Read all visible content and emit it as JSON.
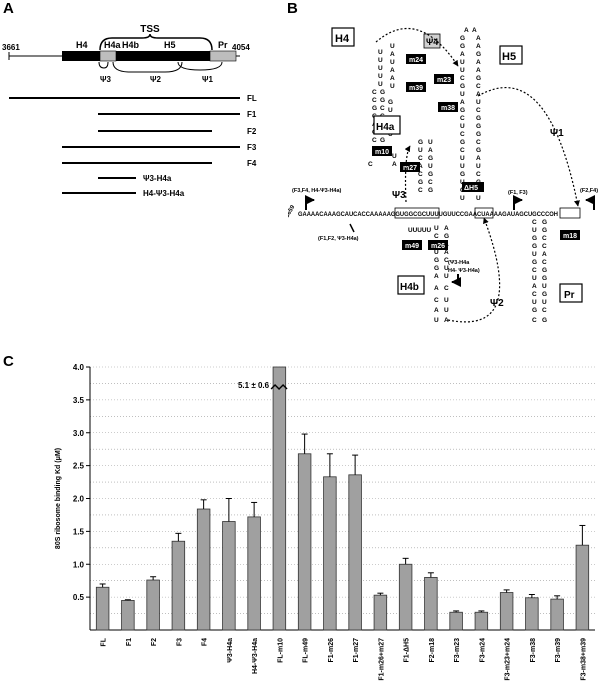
{
  "panels": {
    "a": {
      "label": "A",
      "tss_label": "TSS",
      "start": "3661",
      "end": "4054",
      "domains": [
        "H4",
        "H4a",
        "H4b",
        "H5",
        "Pr"
      ],
      "psi": [
        "Ψ3",
        "Ψ2",
        "Ψ1"
      ],
      "constructs": [
        "FL",
        "F1",
        "F2",
        "F3",
        "F4",
        "Ψ3-H4a",
        "H4-Ψ3-H4a"
      ]
    },
    "b": {
      "label": "B",
      "domains": [
        "H4",
        "Ψ4",
        "H5",
        "H4a",
        "H4b",
        "Pr"
      ],
      "psi": [
        "Ψ1",
        "Ψ2",
        "Ψ3"
      ],
      "mutations": [
        "m24",
        "m39",
        "m23",
        "m38",
        "m10",
        "m27",
        "m49",
        "m26",
        "ΔH5",
        "m18"
      ],
      "construct_marks": [
        "(F3,F4, H4-Ψ3-H4a)",
        "(F1,F2, Ψ3-H4a)",
        "(F1, F3)",
        "(F2,F4)",
        "(Ψ3-H4a",
        "H4- Ψ3-H4a)"
      ],
      "pos_start": "3659",
      "seq_main": "GAAAACAAAGCAUCACCAAAAAGGUGGCGCUUUUGUUCCGAACUAAAAGAUAGCUGCCCOH",
      "loop_h4b": "UUUUU"
    },
    "c": {
      "label": "C"
    }
  },
  "chart_data": {
    "type": "bar",
    "title": "",
    "xlabel": "",
    "ylabel": "80S ribosome binding Kd (μM)",
    "ylim": [
      0,
      4.0
    ],
    "yticks": [
      "0.5",
      "1.0",
      "1.5",
      "2.0",
      "2.5",
      "3.0",
      "3.5",
      "4.0"
    ],
    "grid": "horizontal dotted",
    "annotation": "5.1 ± 0.6",
    "categories": [
      "FL",
      "F1",
      "F2",
      "F3",
      "F4",
      "Ψ3-H4a",
      "H4-Ψ3-H4a",
      "FL-m10",
      "FL-m49",
      "F1-m26",
      "F1-m27",
      "F1-m26+m27",
      "F1-ΔH5",
      "F2-m18",
      "F3-m23",
      "F3-m24",
      "F3-m23+m24",
      "F3-m38",
      "F3-m39",
      "F3-m38+m39"
    ],
    "values": [
      0.65,
      0.45,
      0.76,
      1.35,
      1.84,
      1.65,
      1.72,
      5.1,
      2.68,
      2.33,
      2.36,
      0.53,
      1.0,
      0.8,
      0.27,
      0.27,
      0.57,
      0.49,
      0.47,
      1.29
    ],
    "errors": [
      0.05,
      0.01,
      0.05,
      0.12,
      0.14,
      0.35,
      0.22,
      0.6,
      0.3,
      0.35,
      0.3,
      0.03,
      0.09,
      0.07,
      0.02,
      0.02,
      0.04,
      0.05,
      0.05,
      0.3
    ],
    "bar_color": "#a0a0a0"
  }
}
